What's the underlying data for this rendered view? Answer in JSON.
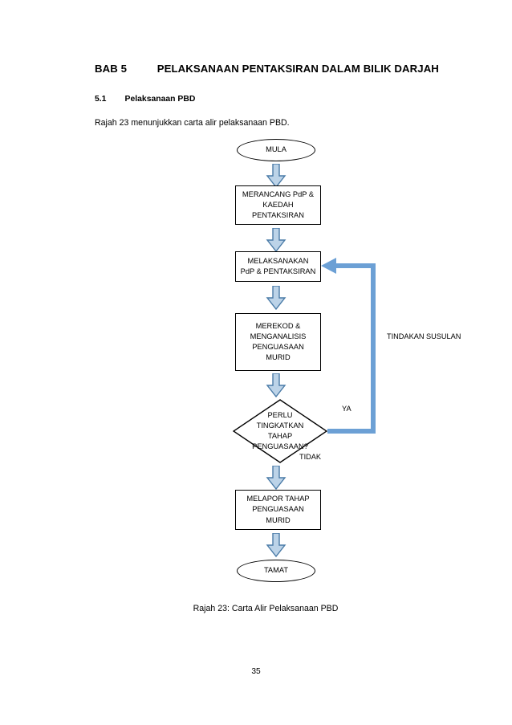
{
  "document": {
    "chapter_heading": "BAB 5          PELAKSANAAN PENTAKSIRAN DALAM BILIK DARJAH",
    "section_heading": "5.1        Pelaksanaan PBD",
    "intro_line": "Rajah 23 menunjukkan carta alir pelaksanaan PBD.",
    "figure_caption": "Rajah 23: Carta Alir Pelaksanaan PBD",
    "page_number": "35"
  },
  "colors": {
    "arrow_fill": "#bcd3e8",
    "arrow_stroke": "#4a7ba7",
    "feedback_line": "#6ca0d5",
    "shape_stroke": "#000000",
    "page_background": "#ffffff"
  },
  "flowchart": {
    "title": "Carta Alir Pelaksanaan PBD",
    "nodes": [
      {
        "id": "start",
        "type": "terminator",
        "label": "MULA"
      },
      {
        "id": "plan",
        "type": "process",
        "label": "MERANCANG PdP &\nKAEDAH\nPENTAKSIRAN"
      },
      {
        "id": "execute",
        "type": "process",
        "label": "MELAKSANAKAN\nPdP & PENTAKSIRAN"
      },
      {
        "id": "record",
        "type": "process",
        "label": "MEREKOD &\nMENGANALISIS\nPENGUASAAN\nMURID"
      },
      {
        "id": "decision",
        "type": "decision",
        "label": "PERLU\nTINGKATKAN\nTAHAP\nPENGUASAAN?"
      },
      {
        "id": "report",
        "type": "process",
        "label": "MELAPOR TAHAP\nPENGUASAAN\nMURID"
      },
      {
        "id": "end",
        "type": "terminator",
        "label": "TAMAT"
      }
    ],
    "edge_labels": {
      "yes": "YA",
      "no": "TIDAK",
      "feedback": "TINDAKAN SUSULAN"
    }
  }
}
